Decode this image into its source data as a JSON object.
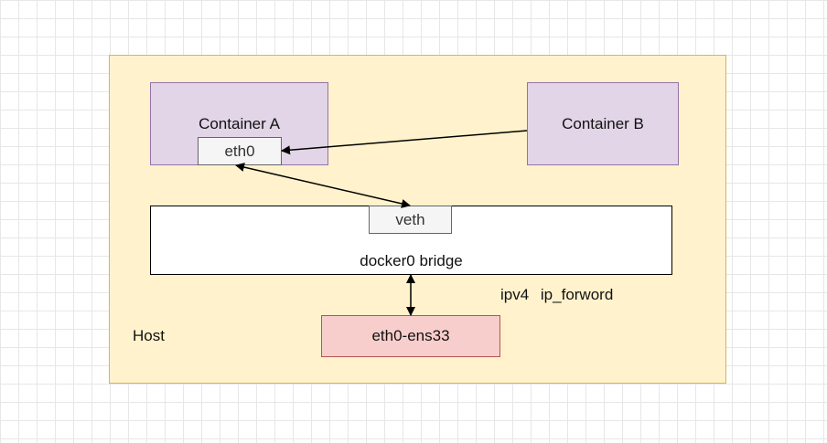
{
  "diagram": {
    "host_label": "Host",
    "container_a_label": "Container A",
    "container_b_label": "Container B",
    "container_a_iface": "eth0",
    "bridge_label": "docker0 bridge",
    "bridge_iface": "veth",
    "host_iface": "eth0-ens33",
    "forwarding_note": "ipv4 ip_forword"
  },
  "edges": [
    {
      "from": "Container B",
      "to": "eth0",
      "direction": "one-way"
    },
    {
      "from": "eth0",
      "to": "veth",
      "direction": "two-way"
    },
    {
      "from": "docker0 bridge",
      "to": "eth0-ens33",
      "direction": "two-way"
    }
  ],
  "colors": {
    "host_fill": "#fff2cc",
    "host_stroke": "#d6b656",
    "container_fill": "#e1d5e7",
    "container_stroke": "#9673a6",
    "iface_fill": "#f5f5f5",
    "iface_stroke": "#666666",
    "nic_fill": "#f8cecc",
    "nic_stroke": "#b85450"
  }
}
